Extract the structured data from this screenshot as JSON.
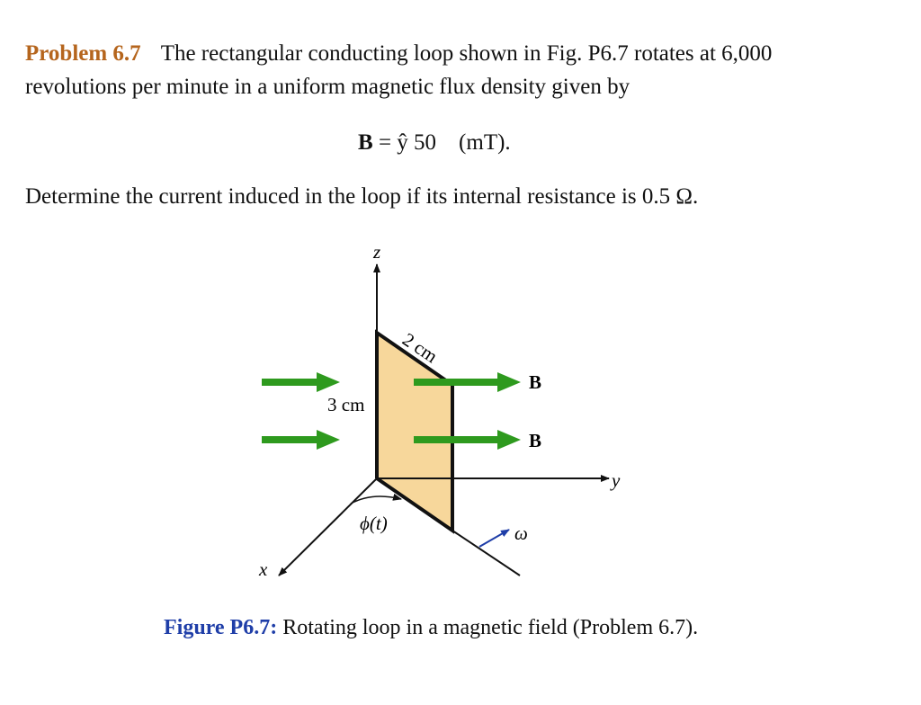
{
  "problem": {
    "label": "Problem 6.7",
    "line1": "The rectangular conducting loop shown in Fig. P6.7 rotates at 6,000",
    "line2": "revolutions per minute in a uniform magnetic flux density given by",
    "equation": {
      "lhs": "B",
      "eq": " = ",
      "rhs": "ŷ 50",
      "unit": "(mT)."
    },
    "question": "Determine the current induced in the loop if its internal resistance is 0.5 Ω."
  },
  "figure": {
    "axis_z": "z",
    "axis_y": "y",
    "axis_x": "x",
    "dim_top": "2 cm",
    "dim_side": "3 cm",
    "field_label_1": "B",
    "field_label_2": "B",
    "angle_label": "ϕ(t)",
    "omega_label": "ω",
    "colors": {
      "loop_fill": "#f7d79b",
      "arrow_green": "#2e9a1e",
      "omega_blue": "#1f3ea8",
      "label_orange": "#b5651d"
    }
  },
  "caption": {
    "label": "Figure P6.7:",
    "text": "Rotating loop in a magnetic field (Problem 6.7)."
  }
}
